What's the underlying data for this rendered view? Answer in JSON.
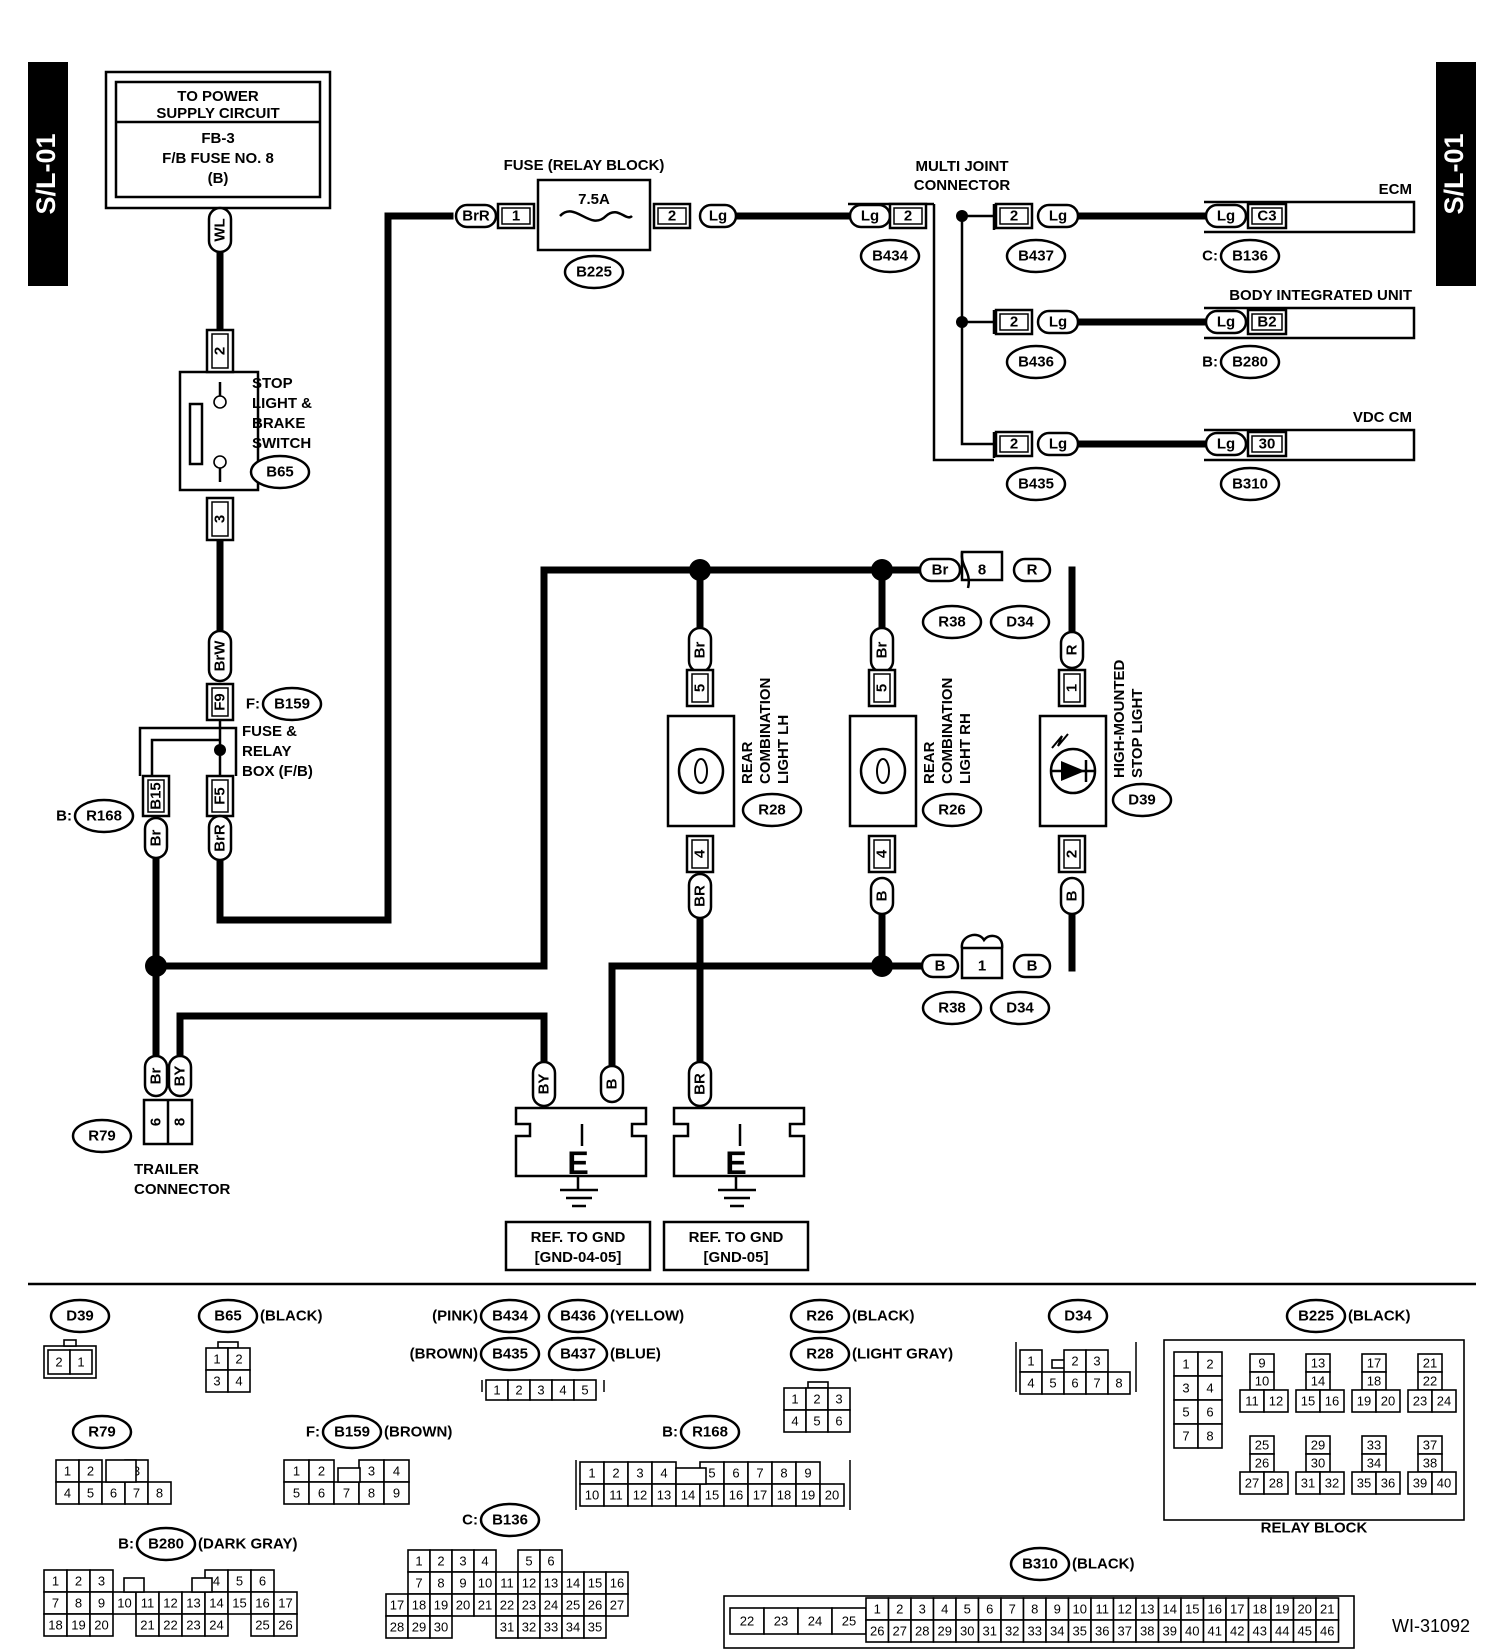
{
  "side_tab": "S/L-01",
  "figure_id": "WI-31092",
  "power": {
    "l1": "TO POWER",
    "l2": "SUPPLY CIRCUIT",
    "l3": "FB-3",
    "l4": "F/B FUSE NO. 8",
    "l5": "(B)"
  },
  "fuse": {
    "title": "FUSE (RELAY BLOCK)",
    "rating": "7.5A",
    "pin_in": "1",
    "pin_out": "2"
  },
  "multi_joint": {
    "l1": "MULTI JOINT",
    "l2": "CONNECTOR"
  },
  "switch_label": {
    "l1": "STOP",
    "l2": "LIGHT &",
    "l3": "BRAKE",
    "l4": "SWITCH"
  },
  "fb_label": {
    "l1": "FUSE &",
    "l2": "RELAY",
    "l3": "BOX (F/B)"
  },
  "trailer_label": {
    "l1": "TRAILER",
    "l2": "CONNECTOR"
  },
  "lamps": {
    "lh": {
      "l1": "REAR",
      "l2": "COMBINATION",
      "l3": "LIGHT LH"
    },
    "rh": {
      "l1": "REAR",
      "l2": "COMBINATION",
      "l3": "LIGHT RH"
    },
    "hmsl": {
      "l1": "HIGH-MOUNTED",
      "l2": "STOP LIGHT"
    }
  },
  "modules": {
    "ecm": "ECM",
    "biu": "BODY INTEGRATED UNIT",
    "vdc": "VDC CM"
  },
  "ground": {
    "mark": "E",
    "ref1": "REF. TO GND",
    "id1": "[GND-04-05]",
    "ref2": "REF. TO GND",
    "id2": "[GND-05]"
  },
  "wire_colors": {
    "WL": "WL",
    "BrR": "BrR",
    "Lg": "Lg",
    "BrW": "BrW",
    "Br": "Br",
    "BY": "BY",
    "B": "B",
    "BR": "BR",
    "R": "R"
  },
  "pins": {
    "p1": "1",
    "p2": "2",
    "p3": "3",
    "p4": "4",
    "p5": "5",
    "p6": "6",
    "p8": "8",
    "p30": "30",
    "F9": "F9",
    "F5": "F5",
    "B15": "B15",
    "C3": "C3",
    "B2": "B2"
  },
  "connectors": {
    "B225": "B225",
    "B434": "B434",
    "B437": "B437",
    "B436": "B436",
    "B435": "B435",
    "B136": "B136",
    "B280": "B280",
    "B310": "B310",
    "B65": "B65",
    "B159": "B159",
    "R168": "R168",
    "R79": "R79",
    "R28": "R28",
    "R26": "R26",
    "D39": "D39",
    "R38": "R38",
    "D34": "D34"
  },
  "prefix": {
    "C": "C:",
    "B": "B:",
    "F": "F:"
  },
  "legend": {
    "black": "(BLACK)",
    "pink": "(PINK)",
    "yellow": "(YELLOW)",
    "brown_l": "(BROWN)",
    "blue": "(BLUE)",
    "light_gray": "(LIGHT GRAY)",
    "brown_r": "(BROWN)",
    "dark_gray": "(DARK GRAY)",
    "relay_block": "RELAY BLOCK",
    "d39_pins": [
      "2",
      "1"
    ],
    "b65_pins": [
      [
        "1",
        "2"
      ],
      [
        "3",
        "4"
      ]
    ],
    "b43x_pins": [
      "1",
      "2",
      "3",
      "4",
      "5"
    ],
    "r2x_pins": [
      [
        "1",
        "2",
        "3"
      ],
      [
        "4",
        "5",
        "6"
      ]
    ],
    "d34_pins": [
      [
        "1",
        "",
        "2",
        "3"
      ],
      [
        "4",
        "5",
        "6",
        "7",
        "8"
      ]
    ],
    "r79_pins": [
      [
        "1",
        "2",
        "",
        "3"
      ],
      [
        "4",
        "5",
        "6",
        "7",
        "8"
      ]
    ],
    "b159_pins": [
      [
        "1",
        "2",
        "",
        "3",
        "4"
      ],
      [
        "5",
        "6",
        "7",
        "8",
        "9"
      ]
    ],
    "r168_pins": [
      [
        "1",
        "2",
        "3",
        "4",
        "",
        "5",
        "6",
        "7",
        "8",
        "9"
      ],
      [
        "10",
        "11",
        "12",
        "13",
        "14",
        "15",
        "16",
        "17",
        "18",
        "19",
        "20"
      ]
    ],
    "b280_pins": [
      [
        "1",
        "2",
        "3",
        "",
        "",
        "",
        "",
        "4",
        "5",
        "6"
      ],
      [
        "7",
        "8",
        "9",
        "10",
        "11",
        "12",
        "13",
        "14",
        "15",
        "16",
        "17"
      ],
      [
        "18",
        "19",
        "20",
        "",
        "21",
        "22",
        "23",
        "24",
        "",
        "25",
        "26"
      ]
    ],
    "b136_pins": [
      [
        "",
        "1",
        "2",
        "3",
        "4",
        "",
        "5",
        "6"
      ],
      [
        "",
        "7",
        "8",
        "9",
        "10",
        "11",
        "12",
        "13",
        "14",
        "15",
        "16"
      ],
      [
        "17",
        "18",
        "19",
        "20",
        "21",
        "22",
        "23",
        "24",
        "25",
        "26",
        "27"
      ],
      [
        "28",
        "29",
        "30",
        "",
        "",
        "31",
        "32",
        "33",
        "34",
        "35"
      ]
    ],
    "b310_left": [
      "22",
      "23",
      "24",
      "25"
    ],
    "b310_top": [
      "1",
      "2",
      "3",
      "4",
      "5",
      "6",
      "7",
      "8",
      "9",
      "10",
      "11",
      "12",
      "13",
      "14",
      "15",
      "16",
      "17",
      "18",
      "19",
      "20",
      "21"
    ],
    "b310_bot": [
      "26",
      "27",
      "28",
      "29",
      "30",
      "31",
      "32",
      "33",
      "34",
      "35",
      "36",
      "37",
      "38",
      "39",
      "40",
      "41",
      "42",
      "43",
      "44",
      "45",
      "46"
    ],
    "b225_pins": {
      "a": [
        [
          "1",
          "2"
        ],
        [
          "3",
          "4"
        ],
        [
          "5",
          "6"
        ],
        [
          "7",
          "8"
        ]
      ],
      "g1": [
        "9",
        "10",
        "11",
        "12"
      ],
      "g2": [
        "13",
        "14",
        "15",
        "16"
      ],
      "g3": [
        "17",
        "18",
        "19",
        "20"
      ],
      "g4": [
        "21",
        "22",
        "23",
        "24"
      ],
      "h1": [
        "25",
        "26",
        "27",
        "28"
      ],
      "h2": [
        "29",
        "30",
        "31",
        "32"
      ],
      "h3": [
        "33",
        "34",
        "35",
        "36"
      ],
      "h4": [
        "37",
        "38",
        "39",
        "40"
      ]
    }
  }
}
